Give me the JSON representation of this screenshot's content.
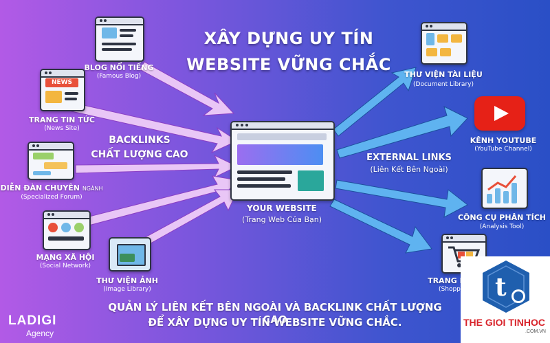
{
  "title": {
    "line1": "XÂY DỰNG UY TÍN",
    "line2": "WEBSITE VỮNG CHẮC"
  },
  "center": {
    "label": "YOUR WEBSITE",
    "sub": "(Trang Web Của Bạn)"
  },
  "backlinks": {
    "line1": "BACKLINKS",
    "line2": "CHẤT LƯỢNG CAO"
  },
  "external": {
    "line1": "EXTERNAL LINKS",
    "line2": "(Liên Kết Bên Ngoài)"
  },
  "left_sources": [
    {
      "label": "BLOG NỔI TIẾNG",
      "sub": "(Famous Blog)"
    },
    {
      "label": "TRANG TIN TỨC",
      "sub": "(News Site)",
      "badge": "NEWS"
    },
    {
      "label": "DIỄN ĐÀN CHUYÊN",
      "label_tail": "NGÀNH",
      "sub": "(Specialized Forum)"
    },
    {
      "label": "MẠNG XÃ HỘI",
      "sub": "(Social Network)"
    },
    {
      "label": "THƯ VIỆN ẢNH",
      "sub": "(Image Library)"
    }
  ],
  "right_targets": [
    {
      "label": "THƯ VIỆN TÀI LIỆU",
      "sub": "(Document Library)"
    },
    {
      "label": "KÊNH YOUTUBE",
      "sub": "(YouTube Channel)"
    },
    {
      "label": "CÔNG CỤ PHÂN TÍCH",
      "sub": "(Analysis Tool)"
    },
    {
      "label": "TRANG MUA SẮM",
      "sub": "(Shopping Page)"
    }
  ],
  "bottom": {
    "line1": "QUẢN LÝ LIÊN KẾT BÊN NGOÀI VÀ BACKLINK CHẤT LƯỢNG CAO",
    "line2": "ĐỂ XÂY DỰNG UY TÍN WEBSITE VỮNG CHẮC."
  },
  "logo_left": {
    "name": "LADIGI",
    "tag": "Agency"
  },
  "logo_right": {
    "letter": "t",
    "brand": "THE GIOI TINHOC",
    "domain": ".COM.VN"
  },
  "colors": {
    "left_arrow": "#e9c6f6",
    "right_arrow": "#5fb3f0",
    "brand_red": "#d8232a",
    "brand_blue": "#1f5fae"
  }
}
